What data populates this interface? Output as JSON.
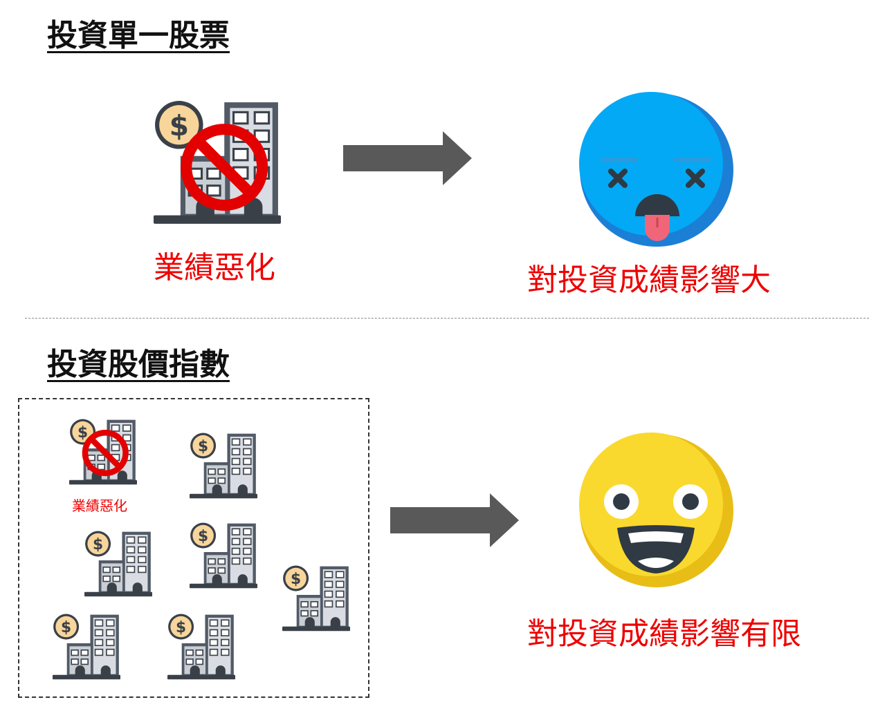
{
  "top": {
    "heading": "投資單一股票",
    "building_label": "業績惡化",
    "result_label": "對投資成績影響大",
    "face": "dizzy-face-icon"
  },
  "bottom": {
    "heading": "投資股價指數",
    "bad_building_label": "業績惡化",
    "result_label": "對投資成績影響有限",
    "face": "laughing-face-icon"
  },
  "colors": {
    "label_red": "#ee0000",
    "arrow_gray": "#595959",
    "blue_face": "#03a9f4",
    "yellow_face": "#fad92e",
    "prohibit_red": "#e30000",
    "coin": "#f8d59a"
  }
}
